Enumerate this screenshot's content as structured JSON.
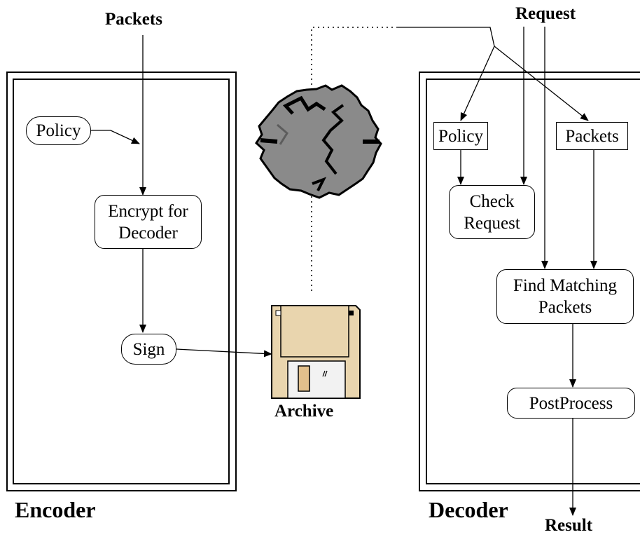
{
  "labels": {
    "packets_in": "Packets",
    "request_in": "Request",
    "encoder": "Encoder",
    "decoder": "Decoder",
    "archive": "Archive",
    "result": "Result"
  },
  "encoder": {
    "policy": "Policy",
    "encrypt_line1": "Encrypt for",
    "encrypt_line2": "Decoder",
    "sign": "Sign"
  },
  "decoder": {
    "policy": "Policy",
    "packets": "Packets",
    "check_line1": "Check",
    "check_line2": "Request",
    "find_line1": "Find Matching",
    "find_line2": "Packets",
    "postprocess": "PostProcess"
  },
  "icons": {
    "network": "torn-globe-icon",
    "archive": "floppy-disk-icon"
  }
}
